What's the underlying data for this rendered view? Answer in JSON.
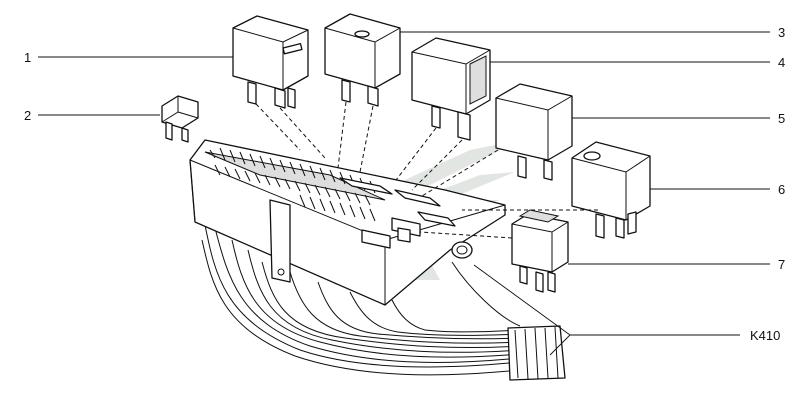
{
  "diagram": {
    "callouts": [
      {
        "id": "1",
        "text": "1"
      },
      {
        "id": "2",
        "text": "2"
      },
      {
        "id": "3",
        "text": "3"
      },
      {
        "id": "4",
        "text": "4"
      },
      {
        "id": "5",
        "text": "5"
      },
      {
        "id": "6",
        "text": "6"
      },
      {
        "id": "7",
        "text": "7"
      },
      {
        "id": "k410",
        "text": "K410"
      }
    ],
    "colors": {
      "line": "#111111",
      "background": "#ffffff",
      "watermark": "#c9d2cc"
    },
    "watermark_icon": "wing-logo-icon"
  }
}
